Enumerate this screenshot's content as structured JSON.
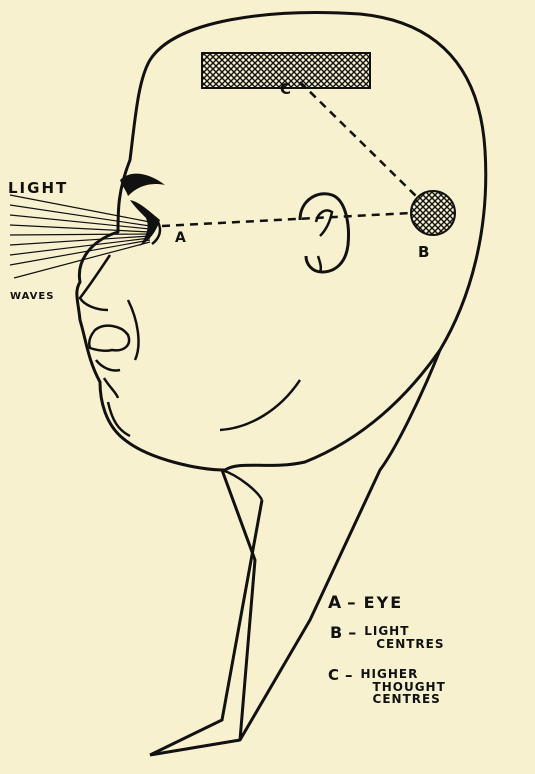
{
  "labels": {
    "light": "LIGHT",
    "waves": "WAVES",
    "point_a": "A",
    "point_b": "B",
    "point_c": "C"
  },
  "legend": [
    {
      "key": "A",
      "separator": "–",
      "lines": [
        "EYE"
      ]
    },
    {
      "key": "B",
      "separator": "–",
      "lines": [
        "LIGHT",
        "CENTRES"
      ]
    },
    {
      "key": "C",
      "separator": "–",
      "lines": [
        "HIGHER",
        "THOUGHT",
        "CENTRES"
      ]
    }
  ],
  "colors": {
    "background": "#f7f1cf",
    "ink": "#111111"
  }
}
